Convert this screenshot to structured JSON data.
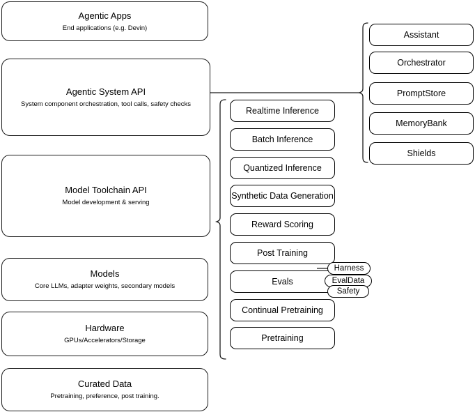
{
  "diagram": {
    "title": "AI Stack Layers Architecture Diagram",
    "stroke_color": "#1a1a1a",
    "accent_color": "#000000",
    "background": "#ffffff"
  },
  "stack_layers": [
    {
      "id": "agentic-apps",
      "title": "Agentic Apps",
      "subtitle": "End applications (e.g. Devin)"
    },
    {
      "id": "agentic-system-api",
      "title": "Agentic System API",
      "subtitle": "System component orchestration, tool calls, safety checks"
    },
    {
      "id": "model-toolchain-api",
      "title": "Model Toolchain API",
      "subtitle": "Model development & serving"
    },
    {
      "id": "models",
      "title": "Models",
      "subtitle": "Core LLMs, adapter weights, secondary models"
    },
    {
      "id": "hardware",
      "title": "Hardware",
      "subtitle": "GPUs/Accelerators/Storage"
    },
    {
      "id": "curated-data",
      "title": "Curated Data",
      "subtitle": "Pretraining, preference, post training."
    }
  ],
  "toolchain_items": [
    {
      "id": "realtime-inference",
      "label": "Realtime Inference"
    },
    {
      "id": "batch-inference",
      "label": "Batch Inference"
    },
    {
      "id": "quantized-inference",
      "label": "Quantized Inference"
    },
    {
      "id": "synthetic-data-generation",
      "label": "Synthetic Data Generation"
    },
    {
      "id": "reward-scoring",
      "label": "Reward Scoring"
    },
    {
      "id": "post-training",
      "label": "Post Training"
    },
    {
      "id": "evals",
      "label": "Evals"
    },
    {
      "id": "continual-pretraining",
      "label": "Continual Pretraining"
    },
    {
      "id": "pretraining",
      "label": "Pretraining"
    }
  ],
  "evals_badges": [
    {
      "id": "harness",
      "label": "Harness"
    },
    {
      "id": "evaldata",
      "label": "EvalData"
    },
    {
      "id": "safety",
      "label": "Safety"
    }
  ],
  "system_components": [
    {
      "id": "assistant",
      "label": "Assistant"
    },
    {
      "id": "orchestrator",
      "label": "Orchestrator"
    },
    {
      "id": "promptstore",
      "label": "PromptStore"
    },
    {
      "id": "memorybank",
      "label": "MemoryBank"
    },
    {
      "id": "shields",
      "label": "Shields"
    }
  ]
}
